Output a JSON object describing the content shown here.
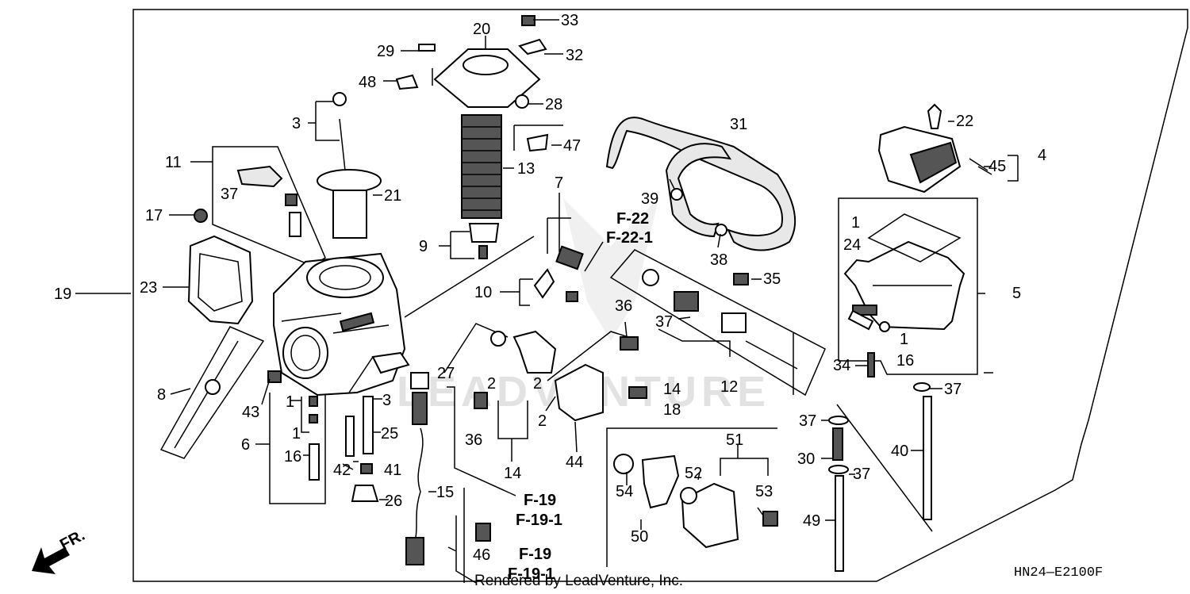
{
  "diagram_code": "HN24—E2100F",
  "credit": "Rendered by LeadVenture, Inc.",
  "watermark": "LEADVENTURE",
  "front_marker": "FR.",
  "labels": {
    "l1a": "1",
    "l1b": "1",
    "l1c": "1",
    "l1d": "1",
    "l2a": "2",
    "l2b": "2",
    "l2c": "2",
    "l3a": "3",
    "l3b": "3",
    "l4": "4",
    "l5": "5",
    "l6": "6",
    "l7": "7",
    "l8": "8",
    "l9": "9",
    "l10": "10",
    "l11": "11",
    "l12": "12",
    "l13": "13",
    "l14a": "14",
    "l14b": "14",
    "l15": "15",
    "l16a": "16",
    "l16b": "16",
    "l17": "17",
    "l18": "18",
    "l19": "19",
    "l20": "20",
    "l21": "21",
    "l22": "22",
    "l23": "23",
    "l24": "24",
    "l25": "25",
    "l26": "26",
    "l27": "27",
    "l28": "28",
    "l29": "29",
    "l30": "30",
    "l31": "31",
    "l32": "32",
    "l33": "33",
    "l34": "34",
    "l35": "35",
    "l36a": "36",
    "l36b": "36",
    "l37a": "37",
    "l37b": "37",
    "l37c": "37",
    "l37d": "37",
    "l37e": "37",
    "l38": "38",
    "l39": "39",
    "l40": "40",
    "l41": "41",
    "l42": "42",
    "l43": "43",
    "l44": "44",
    "l45": "45",
    "l46": "46",
    "l47": "47",
    "l48": "48",
    "l49": "49",
    "l50": "50",
    "l51": "51",
    "l52": "52",
    "l53": "53",
    "l54": "54"
  },
  "refs": {
    "f22": "F-22",
    "f22_1": "F-22-1",
    "f19a": "F-19",
    "f19_1a": "F-19-1",
    "f19b": "F-19",
    "f19_1b": "F-19-1"
  }
}
